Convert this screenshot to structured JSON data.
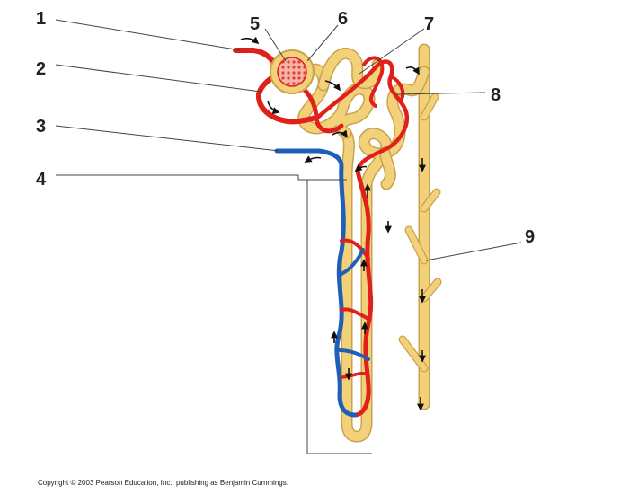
{
  "diagram": {
    "labels": [
      "1",
      "2",
      "3",
      "4",
      "5",
      "6",
      "7",
      "8",
      "9"
    ],
    "copyright": "Copyright © 2003 Pearson Education, Inc., publishing as Benjamin Cummings.",
    "colors": {
      "tubule": "#f3d07a",
      "tubule_outline": "#c9a24a",
      "artery": "#e0201a",
      "vein": "#1f5fb8",
      "text": "#222222"
    }
  }
}
